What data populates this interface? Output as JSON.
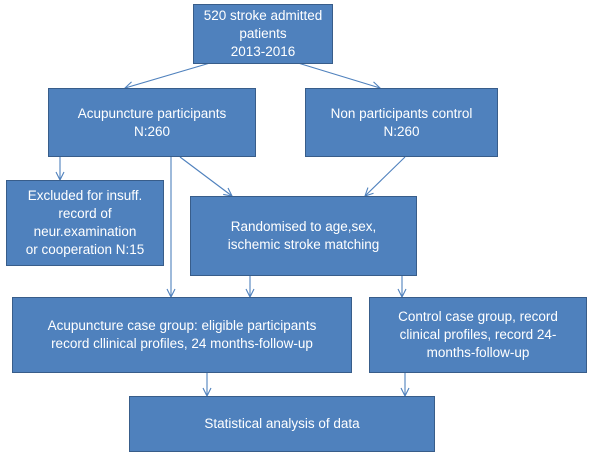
{
  "diagram": {
    "nodes": [
      {
        "id": "admitted",
        "text": "520 stroke admitted\npatients\n2013-2016"
      },
      {
        "id": "acupuncture",
        "text": "Acupuncture participants\nN:260"
      },
      {
        "id": "nonparticipants",
        "text": "Non participants control\nN:260"
      },
      {
        "id": "excluded",
        "text": "Excluded for insuff.\nrecord of\nneur.examination\nor cooperation N:15"
      },
      {
        "id": "randomised",
        "text": "Randomised to age,sex,\nischemic stroke matching"
      },
      {
        "id": "acu_case",
        "text": "Acupuncture case group: eligible participants\nrecord cllinical profiles, 24 months-follow-up"
      },
      {
        "id": "control_case",
        "text": "Control case group, record\nclinical profiles, record 24-\nmonths-follow-up"
      },
      {
        "id": "analysis",
        "text": "Statistical analysis of data"
      }
    ],
    "edges": [
      {
        "from": "admitted",
        "to": "acupuncture"
      },
      {
        "from": "admitted",
        "to": "nonparticipants"
      },
      {
        "from": "acupuncture",
        "to": "excluded"
      },
      {
        "from": "acupuncture",
        "to": "randomised"
      },
      {
        "from": "nonparticipants",
        "to": "randomised"
      },
      {
        "from": "acupuncture",
        "to": "acu_case"
      },
      {
        "from": "randomised",
        "to": "acu_case"
      },
      {
        "from": "randomised",
        "to": "control_case"
      },
      {
        "from": "acu_case",
        "to": "analysis"
      },
      {
        "from": "control_case",
        "to": "analysis"
      }
    ],
    "colors": {
      "box_fill": "#4f81bd",
      "box_border": "#385d8a",
      "text": "#ffffff",
      "arrow": "#4f81bd"
    }
  }
}
